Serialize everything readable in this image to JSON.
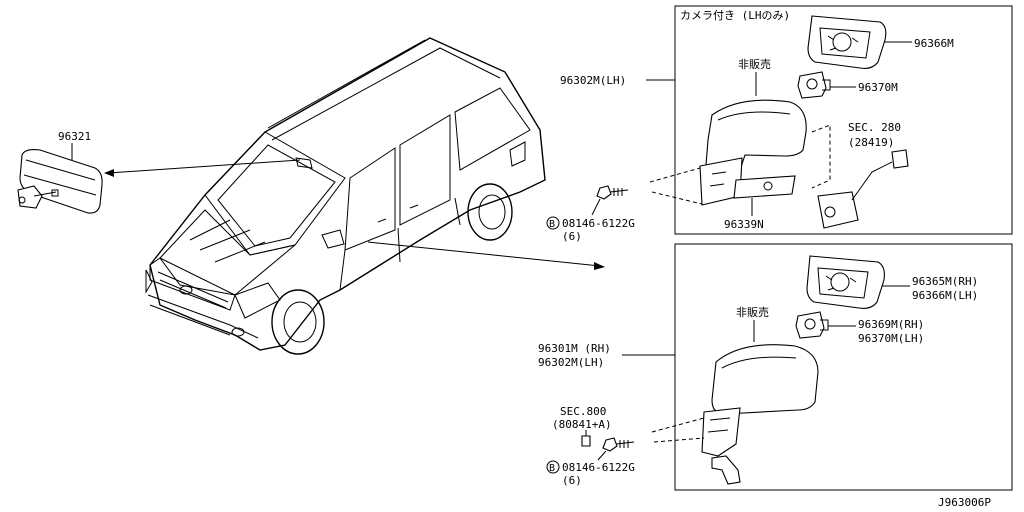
{
  "diagram_id": "J963006P",
  "labels": {
    "inner_mirror": "96321",
    "camera_box_title": "カメラ付き (LHのみ)",
    "top_mirror_assy": "96302M(LH)",
    "not_for_sale_top": "非販売",
    "top_glass": "96366M",
    "top_actuator": "96370M",
    "sec280": "SEC. 280",
    "sec280_part": "(28419)",
    "top_cover": "96339N",
    "top_bolt": "08146-6122G",
    "top_bolt_qty": "(6)",
    "bottom_mirror_rh": "96301M (RH)",
    "bottom_mirror_lh": "96302M(LH)",
    "not_for_sale_bottom": "非販売",
    "bottom_glass_rh": "96365M(RH)",
    "bottom_glass_lh": "96366M(LH)",
    "bottom_actuator_rh": "96369M(RH)",
    "bottom_actuator_lh": "96370M(LH)",
    "sec800": "SEC.800",
    "sec800_part": "(80841+A)",
    "bottom_bolt": "08146-6122G",
    "bottom_bolt_qty": "(6)",
    "bolt_marker": "B"
  }
}
